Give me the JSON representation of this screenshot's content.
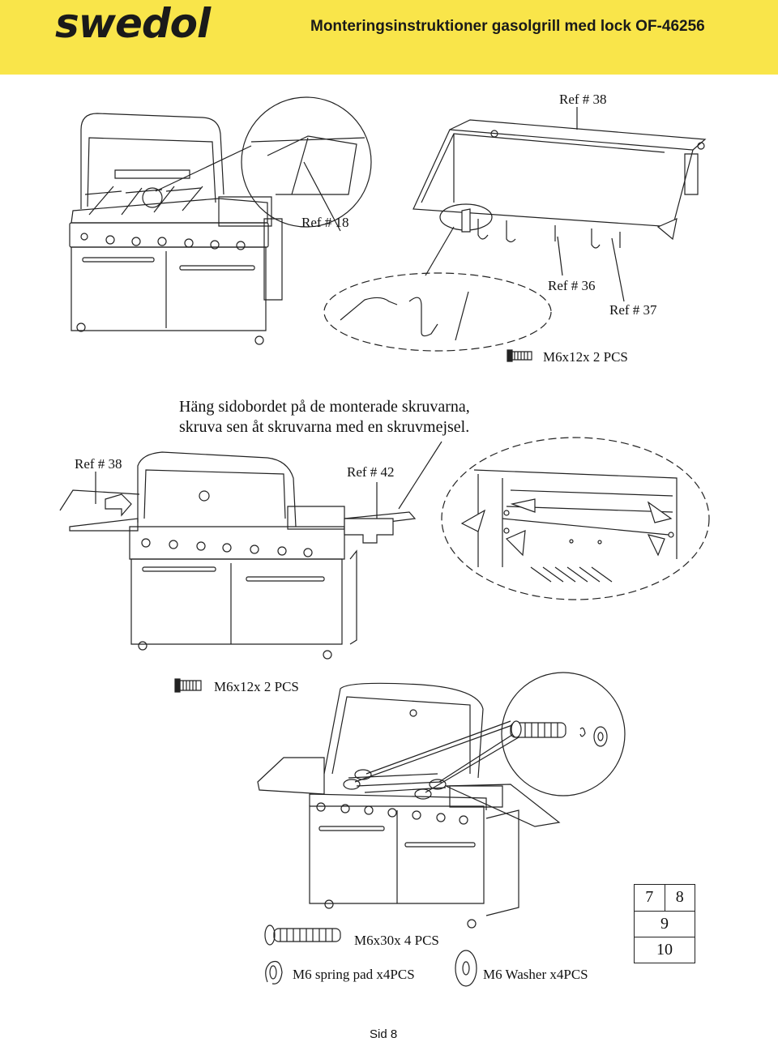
{
  "header": {
    "logo_text": "swedol",
    "title": "Monteringsinstruktioner gasolgrill med lock OF-46256",
    "background": "#f9e54a"
  },
  "labels": {
    "ref38_top": "Ref # 38",
    "ref18": "Ref # 18",
    "ref36": "Ref # 36",
    "ref37": "Ref # 37",
    "screw_top": "M6x12x 2 PCS",
    "ref38_mid": "Ref # 38",
    "ref42": "Ref # 42",
    "screw_mid": "M6x12x 2 PCS",
    "screw_bottom": "M6x30x 4 PCS",
    "spring_pad": "M6 spring pad  x4PCS",
    "washer": "M6 Washer   x4PCS"
  },
  "instruction": {
    "line1": "Häng sidobordet på de monterade skruvarna,",
    "line2": "skruva sen åt skruvarna med en skruvmejsel."
  },
  "steps": {
    "a": "7",
    "b": "8",
    "c": "9",
    "d": "10"
  },
  "footer": {
    "page": "Sid 8"
  }
}
